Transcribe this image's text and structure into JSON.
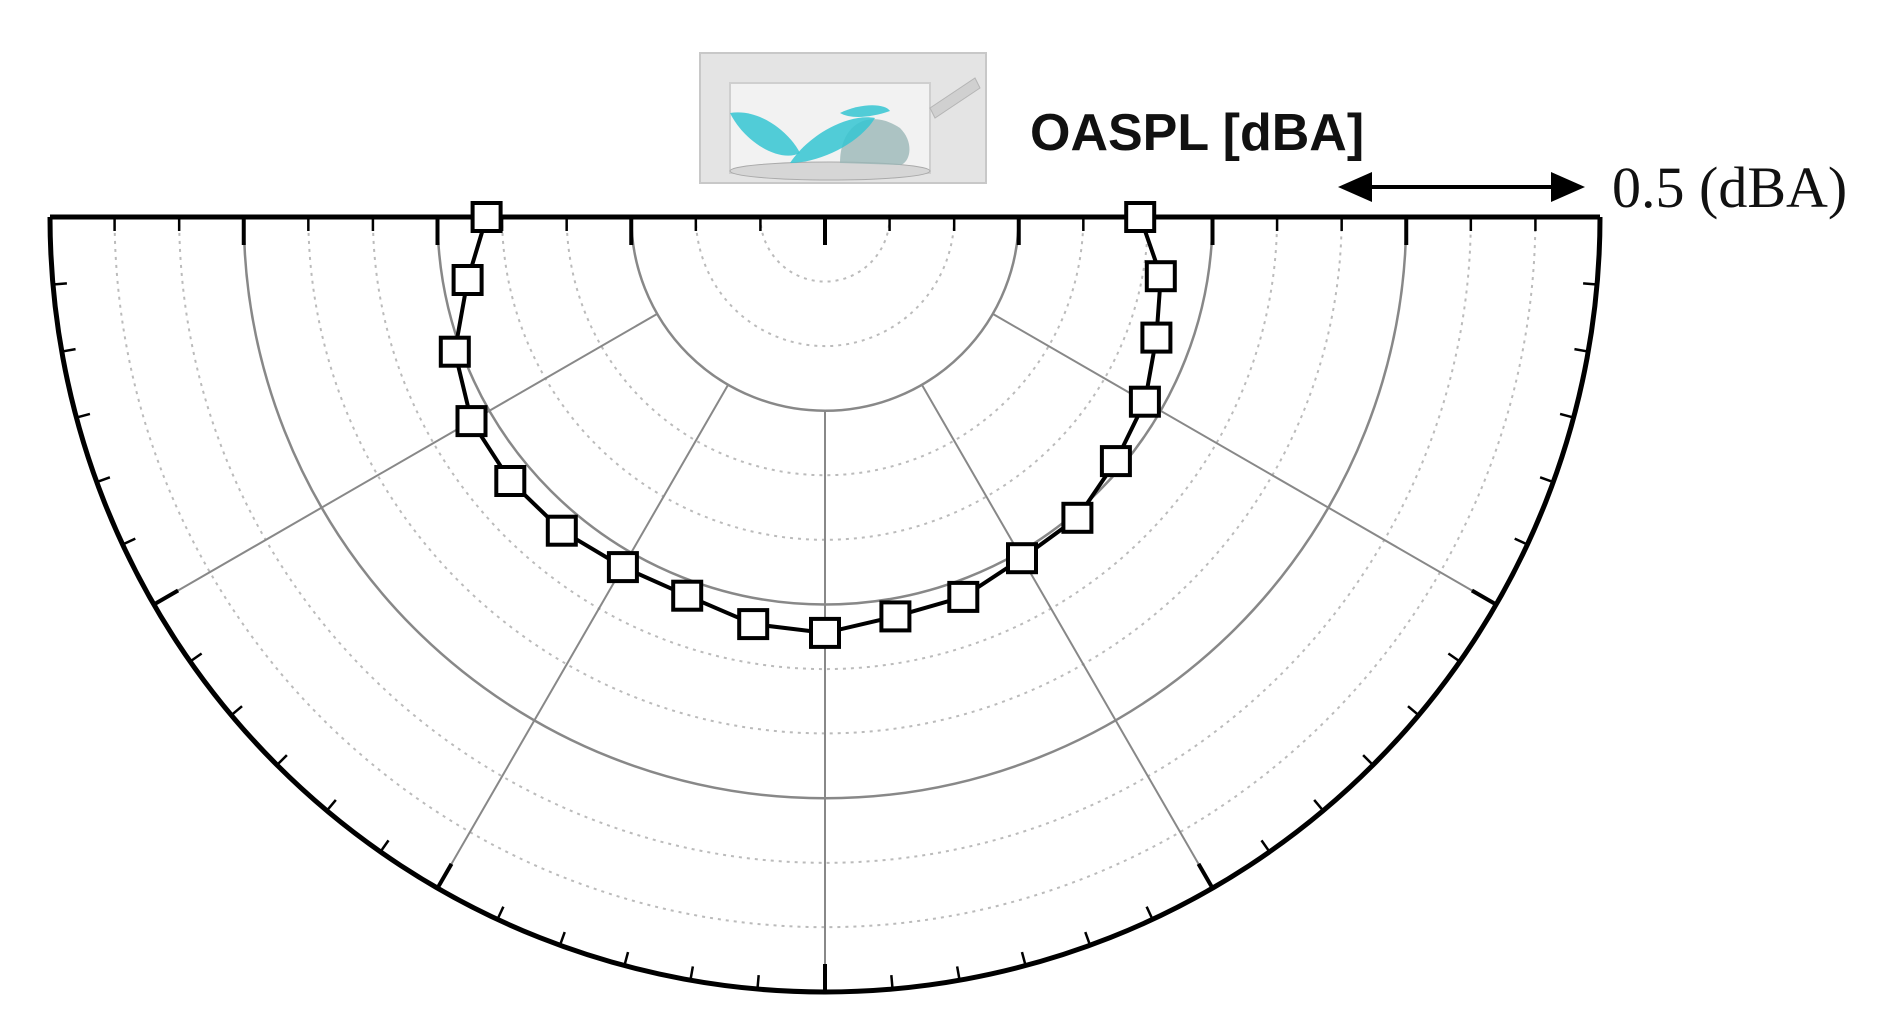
{
  "chart_data": {
    "type": "polar",
    "title": "OASPL [dBA]",
    "scale_label": "0.5 (dBA)",
    "scale_step": 0.5,
    "angle_unit": "deg",
    "angle_range": [
      0,
      180
    ],
    "angular_gridlines_deg": [
      0,
      30,
      60,
      90,
      120,
      150,
      180
    ],
    "radial_rings": 12,
    "major_ring_every": 3,
    "grid": true,
    "series": [
      {
        "marker": "square",
        "angles_deg": [
          0,
          10,
          20,
          30,
          40,
          50,
          60,
          70,
          80,
          90,
          100,
          110,
          120,
          130,
          140,
          150,
          160,
          170,
          180
        ],
        "values": [
          2.62,
          2.81,
          3.05,
          3.16,
          3.18,
          3.17,
          3.13,
          3.12,
          3.2,
          3.22,
          3.14,
          3.13,
          3.05,
          3.04,
          2.94,
          2.86,
          2.73,
          2.64,
          2.44
        ]
      }
    ],
    "colors": {
      "curve": "#000000",
      "grid_major": "#888888",
      "grid_minor": "#bbbbbb",
      "frame": "#000000"
    }
  },
  "inset": {
    "description_icon": "fan-geometry-inset",
    "accent": "#35c6d2"
  }
}
